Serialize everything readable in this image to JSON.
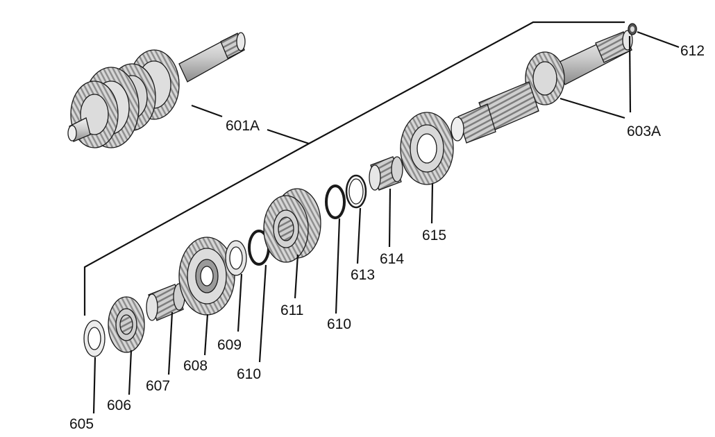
{
  "diagram": {
    "callouts": [
      {
        "id": "c601a",
        "label": "601A"
      },
      {
        "id": "c603a",
        "label": "603A"
      },
      {
        "id": "c605",
        "label": "605"
      },
      {
        "id": "c606",
        "label": "606"
      },
      {
        "id": "c607",
        "label": "607"
      },
      {
        "id": "c608",
        "label": "608"
      },
      {
        "id": "c609",
        "label": "609"
      },
      {
        "id": "c610a",
        "label": "610"
      },
      {
        "id": "c610b",
        "label": "610"
      },
      {
        "id": "c611",
        "label": "611"
      },
      {
        "id": "c612",
        "label": "612"
      },
      {
        "id": "c613",
        "label": "613"
      },
      {
        "id": "c614",
        "label": "614"
      },
      {
        "id": "c615",
        "label": "615"
      }
    ]
  }
}
